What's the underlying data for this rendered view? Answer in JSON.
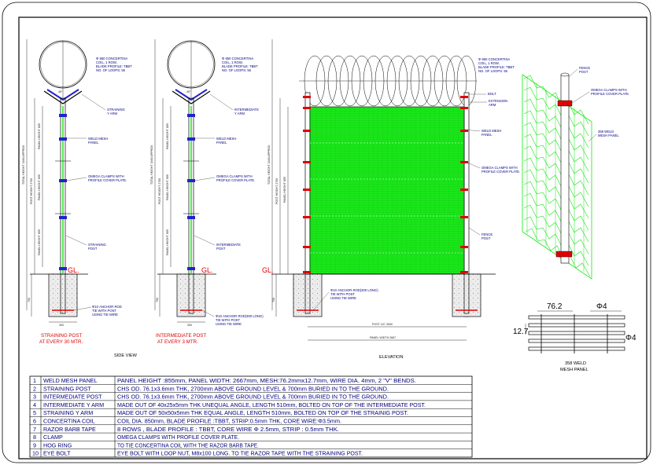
{
  "views": {
    "side_view_title": "SIDE VIEW",
    "elevation_title": "ELEVATION",
    "straining_caption": [
      "STRAINING POST",
      "AT EVERY 30 MTR."
    ],
    "intermediate_caption": [
      "INTERMEDIATE POST",
      "AT EVERY 3 MTR."
    ],
    "gl": "GL."
  },
  "straining_labels": {
    "concertina": [
      "Φ 850 CONCERTINA",
      "COIL, 1 ROW,",
      "BLADE PROFILE: TBBT",
      "NO. OF LOOPS: 55"
    ],
    "arm": [
      "STRAINING",
      "Y ARM"
    ],
    "weld_mesh": [
      "WELD MESH",
      "PANEL"
    ],
    "clamps": [
      "OMEGA CLAMPS WITH",
      "PROFILE COVER PLATE."
    ],
    "post": [
      "STRAINING",
      "POST"
    ],
    "anchor": [
      "Φ10 ANCHOR ROD",
      "TIE WITH POST",
      "USING TIE WIRE"
    ]
  },
  "intermediate_labels": {
    "concertina": [
      "Φ 850 CONCERTINA",
      "COIL, 1 ROW,",
      "BLADE PROFILE: TBBT",
      "NO. OF LOOPS: 55"
    ],
    "arm": [
      "INTERMEDIATE",
      "Y ARM"
    ],
    "weld_mesh": [
      "WELD MESH",
      "PANEL"
    ],
    "clamps": [
      "OMEGA CLAMPS WITH",
      "PROFILE COVER PLATE."
    ],
    "post": [
      "INTERMEDIATE",
      "POST"
    ],
    "anchor": [
      "Φ10 ANCHOR ROD(300 LONG)",
      "TIE WITH POST",
      "USING TIE WIRE"
    ]
  },
  "dims": {
    "total_height": "TOTAL HEIGHT 3460 APPROX",
    "post_height": "POST HEIGHT 2700",
    "panel_height": "PANEL HEIGHT 855",
    "buried": "700",
    "base": "300",
    "angle": "45°",
    "arm_top": "510",
    "post_cc": "POST C/C 3000",
    "panel_width": "PANEL WIDTH 2667"
  },
  "elevation_labels": {
    "concertina": [
      "Φ 850 CONCERTINA",
      "COIL, 1 ROW,",
      "BLADE PROFILE: TBBT",
      "NO. OF LOOPS: 55"
    ],
    "bolt": "BOLT",
    "extension": [
      "EXTENSION",
      "ARM"
    ],
    "weld_mesh": [
      "WELD MESH",
      "PANEL"
    ],
    "clamps": [
      "OMEGA CLAMPS WITH",
      "PROFILE COVER PLATE."
    ],
    "post": [
      "FENCE",
      "POST"
    ],
    "anchor": [
      "Φ10 ANCHOR ROD(300 LONG)",
      "TIE WITH POST",
      "USING TIE WIRE"
    ]
  },
  "iso_labels": {
    "post": [
      "FENCE",
      "POST"
    ],
    "clamps": [
      "OMEGA CLAMPS WITH",
      "PROFILE COVER PLATE."
    ],
    "panel": [
      "358 WELD",
      "MESH PANEL"
    ]
  },
  "mesh_detail": {
    "dim_top": "76.2",
    "dim_wire": "Φ4",
    "dim_left": "12.7",
    "dim_right": "Φ4",
    "caption": [
      "358 WELD",
      "MESH PANEL"
    ]
  },
  "table": [
    {
      "no": "1",
      "item": "WELD MESH PANEL",
      "desc": "PANEL HEIGHT :855mm, PANEL WIDTH: 2667mm, MESH:76.2mmx12.7mm, WIRE DIA. 4mm, 2 \"V\" BENDS."
    },
    {
      "no": "2",
      "item": "STRAINING POST",
      "desc": "CHS OD. 76.1x3.6mm THK, 2700mm ABOVE GROUND LEVEL & 700mm BURIED IN TO THE GROUND."
    },
    {
      "no": "3",
      "item": "INTERMEDIATE POST",
      "desc": "CHS OD. 76.1x3.6mm THK, 2700mm ABOVE GROUND LEVEL & 700mm BURIED IN TO THE GROUND."
    },
    {
      "no": "4",
      "item": "INTERMEDIATE Y ARM",
      "desc": "MADE OUT OF 40x25x5mm THK UNEQUAL ANGLE, LENGTH 510mm, BOLTED ON TOP OF THE INTERMEDIATE POST."
    },
    {
      "no": "5",
      "item": "STRAINING Y ARM",
      "desc": "MADE OUT OF 50x50x5mm THK EQUAL ANGLE, LENGTH 510mm, BOLTED ON TOP OF THE STRAINIG POST."
    },
    {
      "no": "6",
      "item": "CONCERTINA COIL",
      "desc": "COIL DIA. 850mm, BLADE PROFILE :TBBT, STRIP:0.5mm THK, CORE WIRE:Φ3.5mm."
    },
    {
      "no": "7",
      "item": "RAZOR BARB TAPE",
      "desc": "8 ROWS , BLADE PROFILE : TBBT, CORE WIRE Φ 2.5mm, STRIP : 0.5mm THK."
    },
    {
      "no": "8",
      "item": "CLAMP",
      "desc": "OMEGA CLAMPS WITH PROFILE COVER PLATE."
    },
    {
      "no": "9",
      "item": "HOG RING",
      "desc": "TO TIE CONCERTINA COIL WITH THE RAZOR BARB TAPE."
    },
    {
      "no": "10",
      "item": "EYE BOLT",
      "desc": "EYE BOLT WITH LOOP NUT, M8x100 LONG. TO TIE RAZOR TAPE WITH THE STRAINING POST."
    }
  ],
  "colors": {
    "mesh": "#19e619",
    "line": "#000000",
    "accent": "#e00000",
    "text": "#000080",
    "post": "#2222cc"
  }
}
